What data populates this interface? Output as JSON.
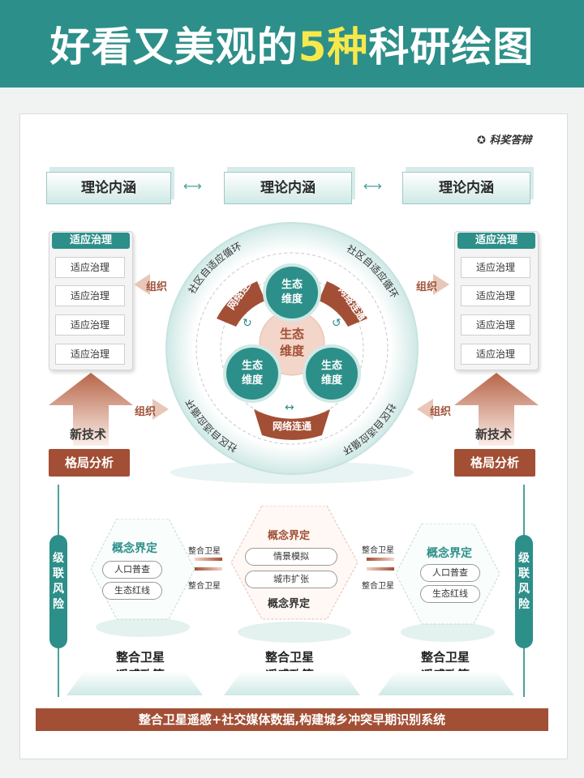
{
  "header": {
    "title_pre": "好看又美观的",
    "title_highlight": "5种",
    "title_post": "科研绘图"
  },
  "brand": "科奖答辩",
  "top_boxes": [
    "理论内涵",
    "理论内涵",
    "理论内涵"
  ],
  "left_panel": {
    "title": "适应治理",
    "items": [
      "适应治理",
      "适应治理",
      "适应治理",
      "适应治理"
    ]
  },
  "right_panel": {
    "title": "适应治理",
    "items": [
      "适应治理",
      "适应治理",
      "适应治理",
      "适应治理"
    ]
  },
  "organize_label": "组织",
  "new_tech": "新技术",
  "pattern_analysis": "格局分析",
  "center": {
    "core": "生态\n维度",
    "nodes": [
      "生态\n维度",
      "生态\n维度",
      "生态\n维度"
    ],
    "links": [
      "网络连通",
      "网络连通",
      "网络连通"
    ],
    "ring_text": "社区自适应循环"
  },
  "cascade_risk": "级联风险",
  "hex_left": {
    "title": "概念界定",
    "items": [
      "人口普查",
      "生态红线"
    ]
  },
  "hex_center": {
    "title": "概念界定",
    "items": [
      "情景模拟",
      "城市扩张"
    ],
    "bottom": "概念界定"
  },
  "hex_right": {
    "title": "概念界定",
    "items": [
      "人口普查",
      "生态红线"
    ]
  },
  "merge_label": "整合卫星",
  "bottom_labels": [
    "整合卫星\n遥感政策",
    "整合卫星\n遥感政策",
    "整合卫星\n遥感政策"
  ],
  "footer": "整合卫星遥感+社交媒体数据,构建城乡冲突早期识别系统",
  "colors": {
    "teal": "#2d8f89",
    "brown": "#a24f35",
    "highlight": "#f7e94a"
  }
}
